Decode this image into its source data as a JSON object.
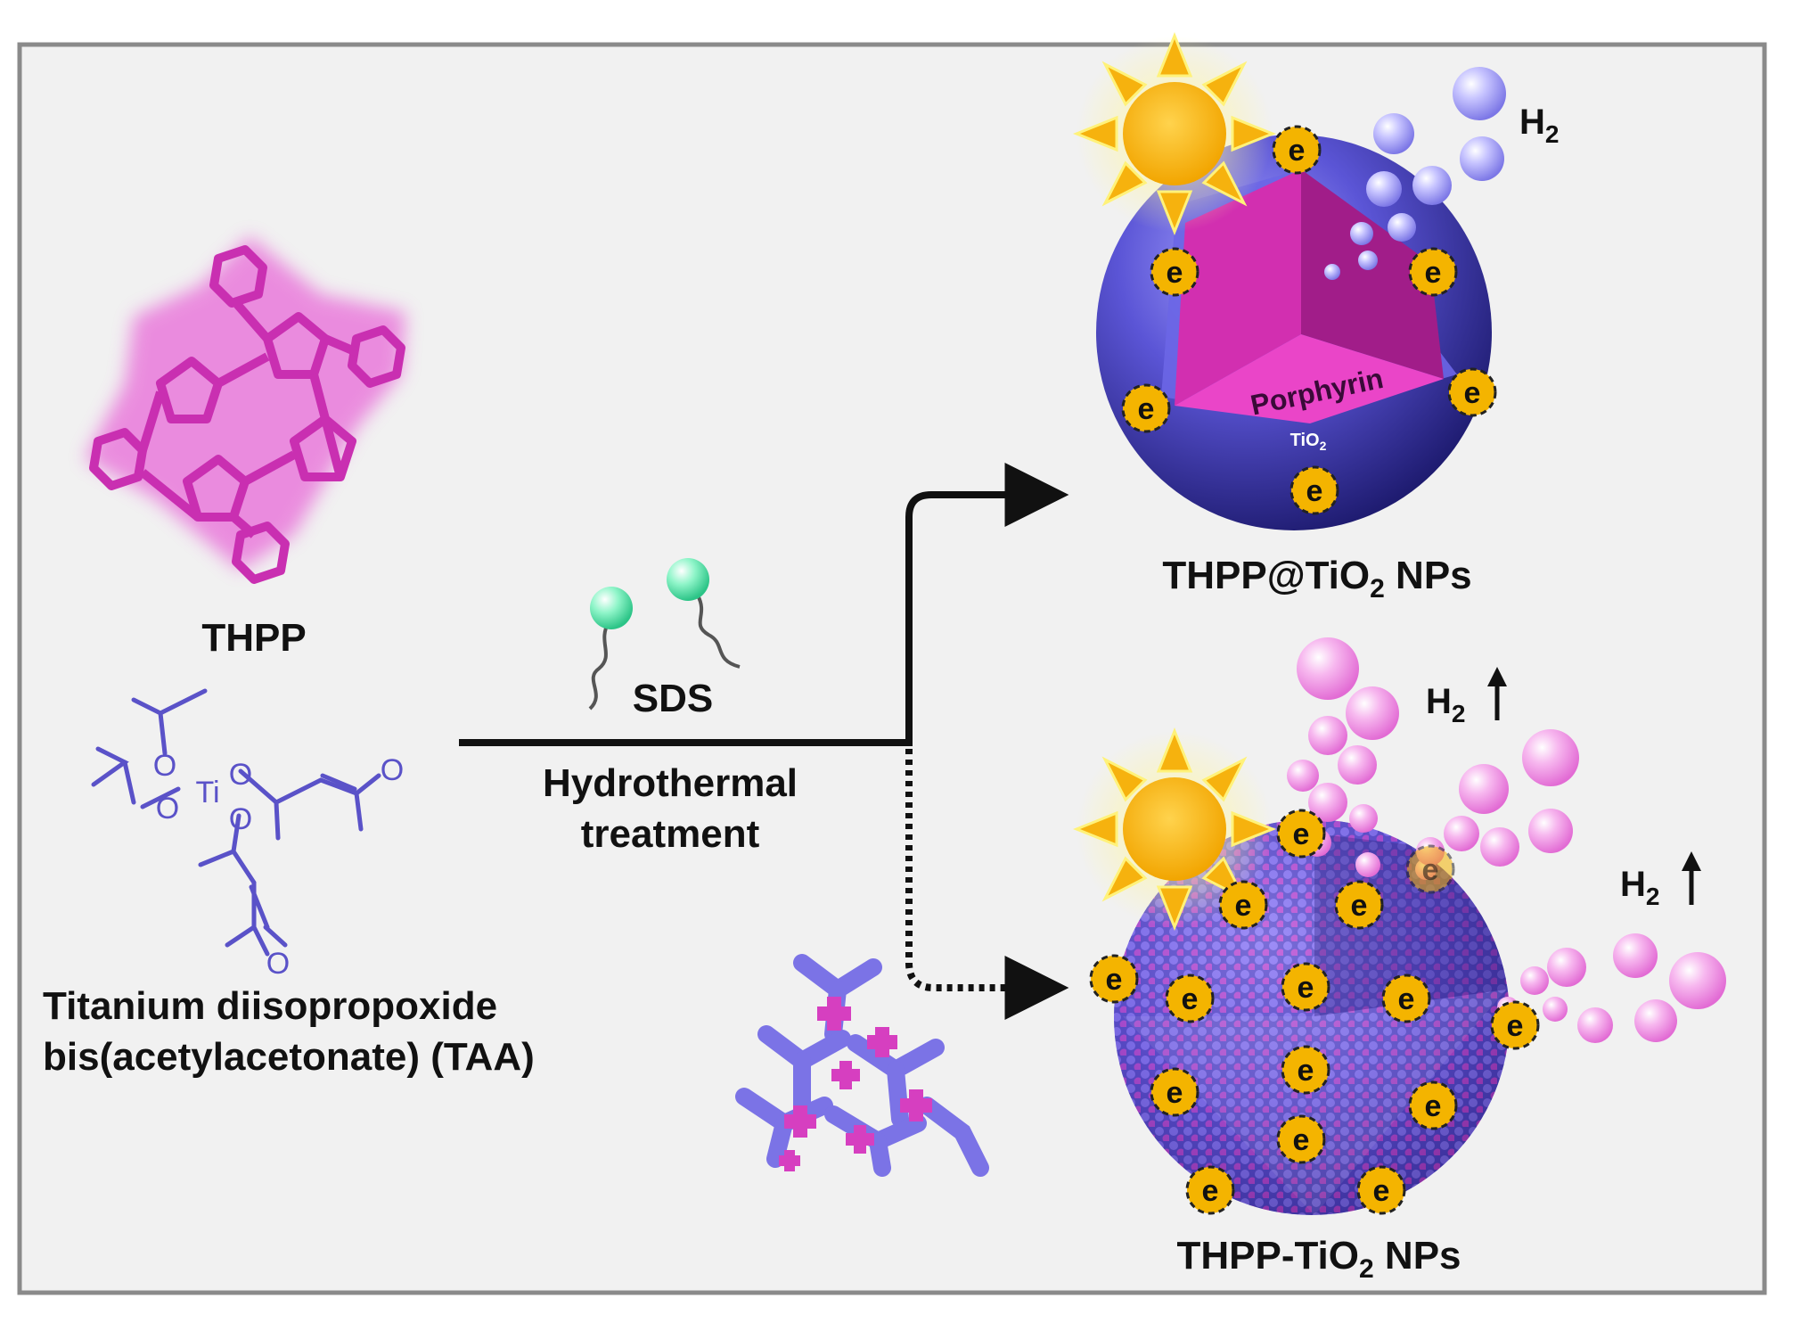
{
  "labels": {
    "thpp": "THPP",
    "taa_line1": "Titanium diisopropoxide",
    "taa_line2": "bis(acetylacetonate) (TAA)",
    "sds": "SDS",
    "process_line1": "Hydrothermal",
    "process_line2": "treatment",
    "core_shell_name_main": "THPP@TiO",
    "core_shell_name_sub": "2",
    "core_shell_name_tail": " NPs",
    "doped_name_main": "THPP-TiO",
    "doped_name_sub": "2",
    "doped_name_tail": " NPs",
    "porphyrin": "Porphyrin",
    "tio2_main": "TiO",
    "tio2_sub": "2",
    "h2_main": "H",
    "h2_sub": "2",
    "electron": "e",
    "ti": "Ti",
    "oxygen": "O"
  },
  "colors": {
    "panel_bg": "#f1f1f1",
    "panel_border": "#8a8a8a",
    "thpp_magenta": "#d63fc0",
    "taa_blue": "#5a52c8",
    "tio2_blue": "#5b55d6",
    "porphyrin_pink": "#d22fb0",
    "sun_gold": "#f6b20e",
    "electron_gold": "#f4b400",
    "sds_green": "#6ef0b6",
    "h2_lavender": "#a9a6ef",
    "h2_pink": "#f08be3"
  },
  "icons": [
    "sun-icon",
    "electron-icon",
    "h2-bubble-icon",
    "up-arrow-icon",
    "sds-surfactant-icon"
  ]
}
